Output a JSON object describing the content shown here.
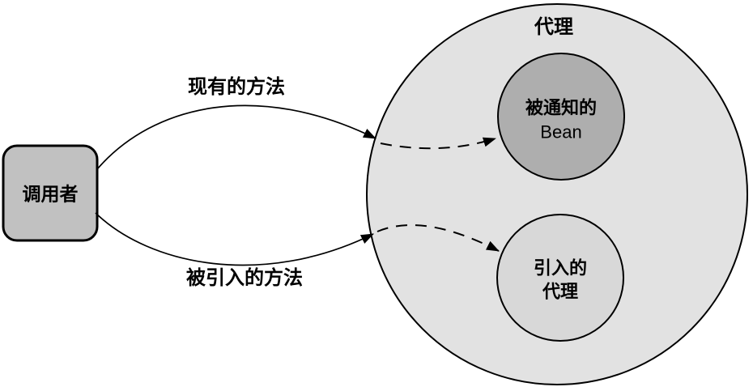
{
  "diagram": {
    "caller": {
      "label": "调用者"
    },
    "proxy": {
      "label": "代理"
    },
    "advised_bean": {
      "line1": "被通知的",
      "line2": "Bean"
    },
    "introduced_proxy": {
      "line1": "引入的",
      "line2": "代理"
    },
    "arrows": {
      "existing_methods": "现有的方法",
      "introduced_methods": "被引入的方法"
    },
    "colors": {
      "caller_fill": "#c1c1c1",
      "proxy_fill": "#e2e2e2",
      "advised_bean_fill": "#aeaeae",
      "introduced_proxy_fill": "#d8d8d8",
      "line": "#000000"
    }
  }
}
